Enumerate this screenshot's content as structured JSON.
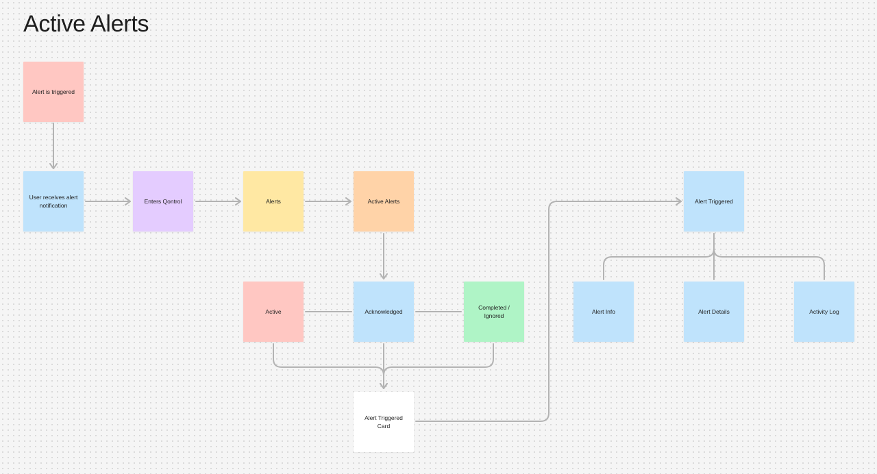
{
  "board": {
    "title": "Active Alerts"
  },
  "nodes": {
    "alert_triggered": "Alert is triggered",
    "user_receives": "User receives alert notification",
    "enters_qontrol": "Enters Qontrol",
    "alerts": "Alerts",
    "active_alerts": "Active Alerts",
    "active": "Active",
    "acknowledged": "Acknowledged",
    "completed_ignored": "Completed / Ignored",
    "alert_triggered_card": "Alert Triggered Card",
    "alert_triggered_detail": "Alert Triggered",
    "alert_info": "Alert Info",
    "alert_details": "Alert Details",
    "activity_log": "Activity Log"
  },
  "colors": {
    "red": "#ffc7c2",
    "blue": "#bfe3fc",
    "purple": "#e4ccff",
    "yellow": "#ffe8a3",
    "orange": "#ffd3a8",
    "green": "#aff4c6",
    "white": "#ffffff",
    "connector": "#b3b3b3"
  }
}
